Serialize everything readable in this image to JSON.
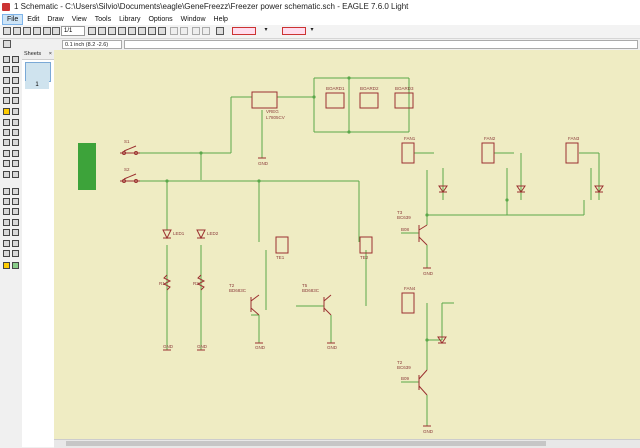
{
  "window": {
    "title": "1 Schematic - C:\\Users\\Silvio\\Documents\\eagle\\GeneFreezz\\Freezer power schematic.sch - EAGLE 7.6.0 Light"
  },
  "menu": [
    "File",
    "Edit",
    "Draw",
    "View",
    "Tools",
    "Library",
    "Options",
    "Window",
    "Help"
  ],
  "toolbar": {
    "sheet_select": "1/1"
  },
  "command": {
    "coordinate": "0.1 inch (8.2 -2.6)"
  },
  "sheets_panel": {
    "title": "Sheets",
    "close": "×",
    "sheet_number": "1"
  },
  "schematic": {
    "labels": {
      "vreg": "VREG",
      "vreg_val": "L7805CV",
      "board1": "BOARD1",
      "board2": "BOARD2",
      "board3": "BOARD3",
      "fan1": "FAN1",
      "fan2": "FAN2",
      "fan3": "FAN3",
      "fan4": "FAN4",
      "s1": "S1",
      "s2": "S2",
      "gnd": "GND",
      "t3": "T3",
      "t3_val": "BC639",
      "t2": "T2",
      "t2_val": "BC639",
      "tr_left": "T2",
      "tr_left_val": "BD683C",
      "tr_mid": "T5",
      "tr_mid_val": "BD683C",
      "b08": "B08",
      "b09": "B09",
      "r1": "R1",
      "r2": "R2",
      "led1": "LED1",
      "led2": "LED2",
      "te1": "TE1",
      "te2": "TE2"
    }
  }
}
